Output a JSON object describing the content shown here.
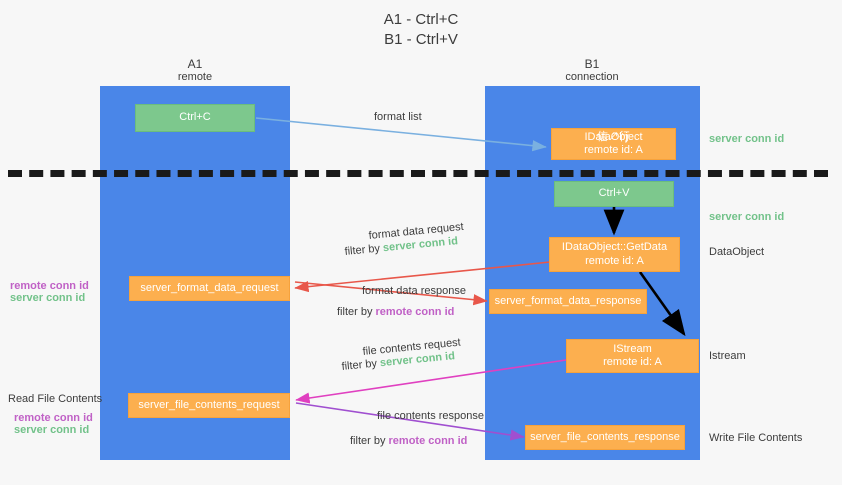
{
  "title": {
    "line1": "A1 - Ctrl+C",
    "line2": "B1 - Ctrl+V"
  },
  "lanes": [
    {
      "name": "A1",
      "sub": "remote",
      "color": "#4a86e8"
    },
    {
      "name": "B1",
      "sub": "connection",
      "color": "#4a86e8"
    }
  ],
  "colors": {
    "lane": "#4a86e8",
    "green_box": "#7dc88d",
    "orange_box": "#fcaf4f",
    "server_conn_id": "#72c28a",
    "remote_conn_id": "#c061c6",
    "arrow_blue": "#7ab0e0",
    "arrow_red": "#e8574a",
    "arrow_magenta": "#e040c0",
    "arrow_purple": "#a04fd0",
    "arrow_black": "#000000"
  },
  "boxes": {
    "ctrl_c": "Ctrl+C",
    "ctrl_v": "Ctrl+V",
    "idataobject": {
      "line1": "IDataObject",
      "line1_overlay": "信↗行",
      "line2": "remote id: A"
    },
    "getdata": {
      "line1": "IDataObject::GetData",
      "line2": "remote id: A"
    },
    "istream": {
      "line1": "IStream",
      "line2": "remote id: A"
    },
    "server_format_data_request": "server_format_data_request",
    "server_format_data_response": "server_format_data_response",
    "server_file_contents_request": "server_file_contents_request",
    "server_file_contents_response": "server_file_contents_response"
  },
  "edge_labels": {
    "format_list": "format list",
    "format_data_request": "format data request",
    "format_data_request_filter_prefix": "filter by ",
    "format_data_request_filter_key": "server conn id",
    "format_data_response": "format data response",
    "format_data_response_filter_prefix": "filter by ",
    "format_data_response_filter_key": "remote conn id",
    "file_contents_request": "file contents request",
    "file_contents_request_filter_prefix": "filter by ",
    "file_contents_request_filter_key": "server conn id",
    "file_contents_response": "file contents response",
    "file_contents_response_filter_prefix": "filter by ",
    "file_contents_response_filter_key": "remote conn id"
  },
  "annotations": {
    "right_server_conn_id_top": "server conn id",
    "right_server_conn_id_mid": "server conn id",
    "right_dataobject": "DataObject",
    "right_istream": "Istream",
    "right_write_file_contents": "Write File Contents",
    "left_remote_conn_id_mid": "remote conn id",
    "left_server_conn_id_mid": "server conn id",
    "left_read_file_contents": "Read File Contents",
    "left_remote_conn_id_bottom": "remote conn id",
    "left_server_conn_id_bottom": "server conn id"
  }
}
